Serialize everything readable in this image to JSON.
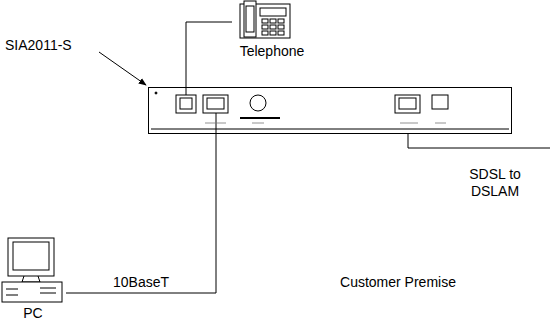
{
  "diagram": {
    "caption": "Customer Premise",
    "nodes": [
      {
        "text": [
          "Telephone"
        ]
      },
      {
        "text": [
          "SIA2011-S"
        ]
      },
      {
        "text": [
          "PC"
        ]
      }
    ],
    "edges": [
      {
        "from": 1,
        "to": 0,
        "arrow": "none"
      },
      {
        "from": 2,
        "to": 1,
        "label": "10BaseT",
        "arrow": "none"
      }
    ],
    "labels": [
      "SDSL to DSLAM"
    ]
  }
}
